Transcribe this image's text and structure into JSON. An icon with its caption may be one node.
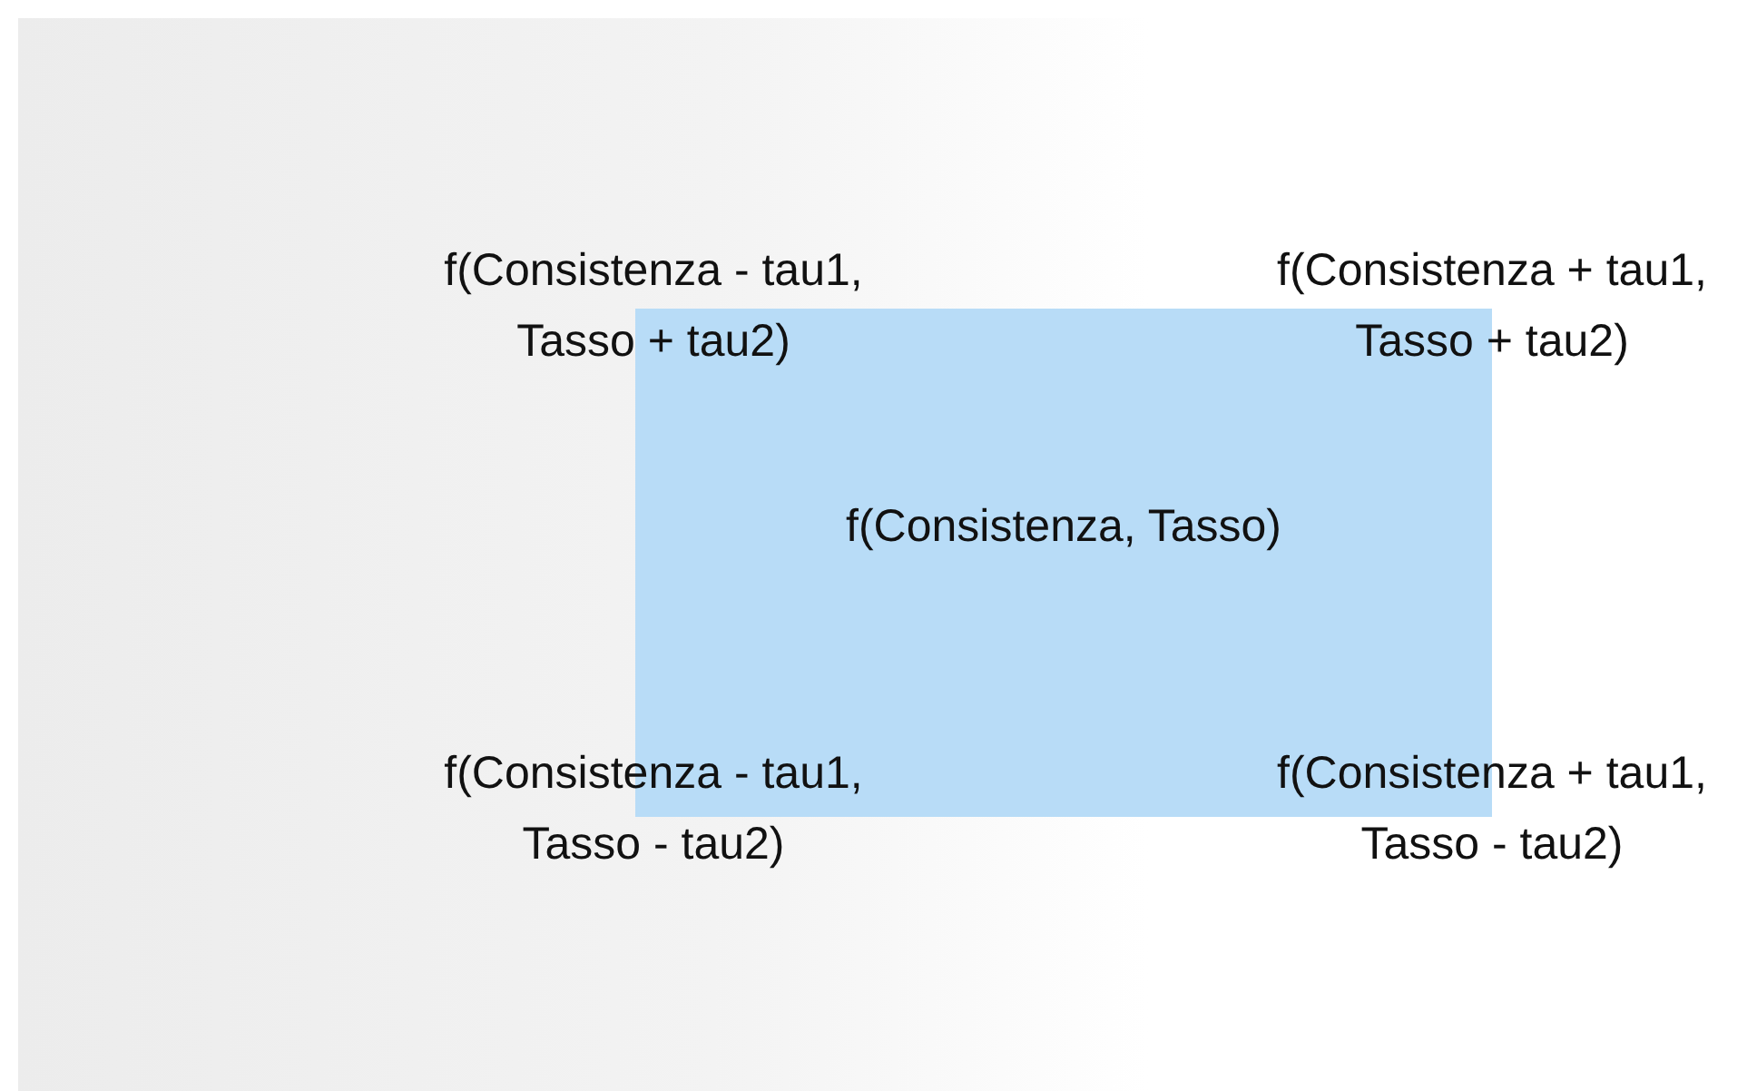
{
  "diagram": {
    "nodes": [
      {
        "text": [
          "f(Consistenza, Tasso)"
        ]
      }
    ],
    "labels": [
      "f(Consistenza - tau1, Tasso + tau2)",
      "f(Consistenza + tau1, Tasso + tau2)",
      "f(Consistenza - tau1, Tasso - tau2)",
      "f(Consistenza + tau1, Tasso - tau2)"
    ]
  }
}
